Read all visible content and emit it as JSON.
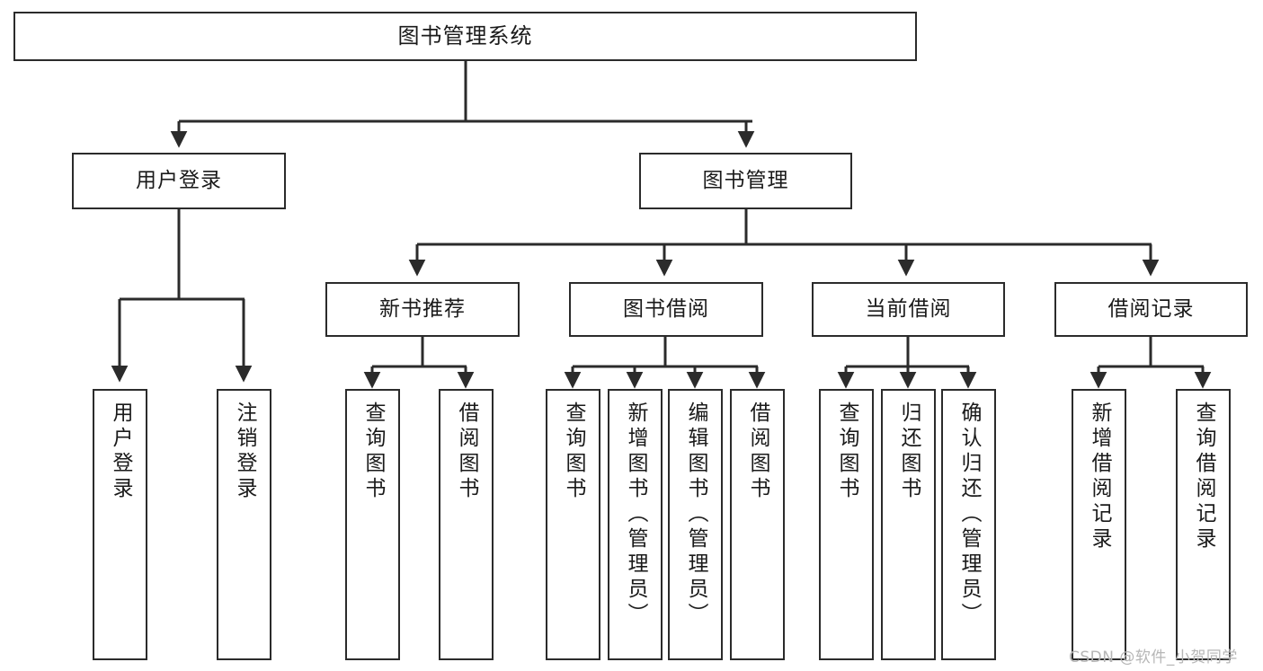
{
  "diagram": {
    "type": "tree",
    "title": "图书管理系统",
    "orientation": "top-down",
    "colors": {
      "background": "#ffffff",
      "box_fill": "#ffffff",
      "box_border": "#2b2b2b",
      "connector": "#2b2b2b",
      "text": "#1a1a1a",
      "watermark": "#b6b6b6"
    },
    "watermark": "CSDN @软件_小贺同学"
  },
  "nodes": {
    "root": {
      "label": "图书管理系统"
    },
    "level1": [
      {
        "label": "用户登录"
      },
      {
        "label": "图书管理"
      }
    ],
    "level2": [
      {
        "label": "新书推荐"
      },
      {
        "label": "图书借阅"
      },
      {
        "label": "当前借阅"
      },
      {
        "label": "借阅记录"
      }
    ],
    "leaves": {
      "user_login": [
        {
          "label": "用户登录"
        },
        {
          "label": "注销登录"
        }
      ],
      "new_book": [
        {
          "label": "查询图书"
        },
        {
          "label": "借阅图书"
        }
      ],
      "book_borrow": [
        {
          "label": "查询图书"
        },
        {
          "label": "新增图书（管理员）"
        },
        {
          "label": "编辑图书（管理员）"
        },
        {
          "label": "借阅图书"
        }
      ],
      "current_borrow": [
        {
          "label": "查询图书"
        },
        {
          "label": "归还图书"
        },
        {
          "label": "确认归还（管理员）"
        }
      ],
      "borrow_record": [
        {
          "label": "新增借阅记录"
        },
        {
          "label": "查询借阅记录"
        }
      ]
    }
  }
}
